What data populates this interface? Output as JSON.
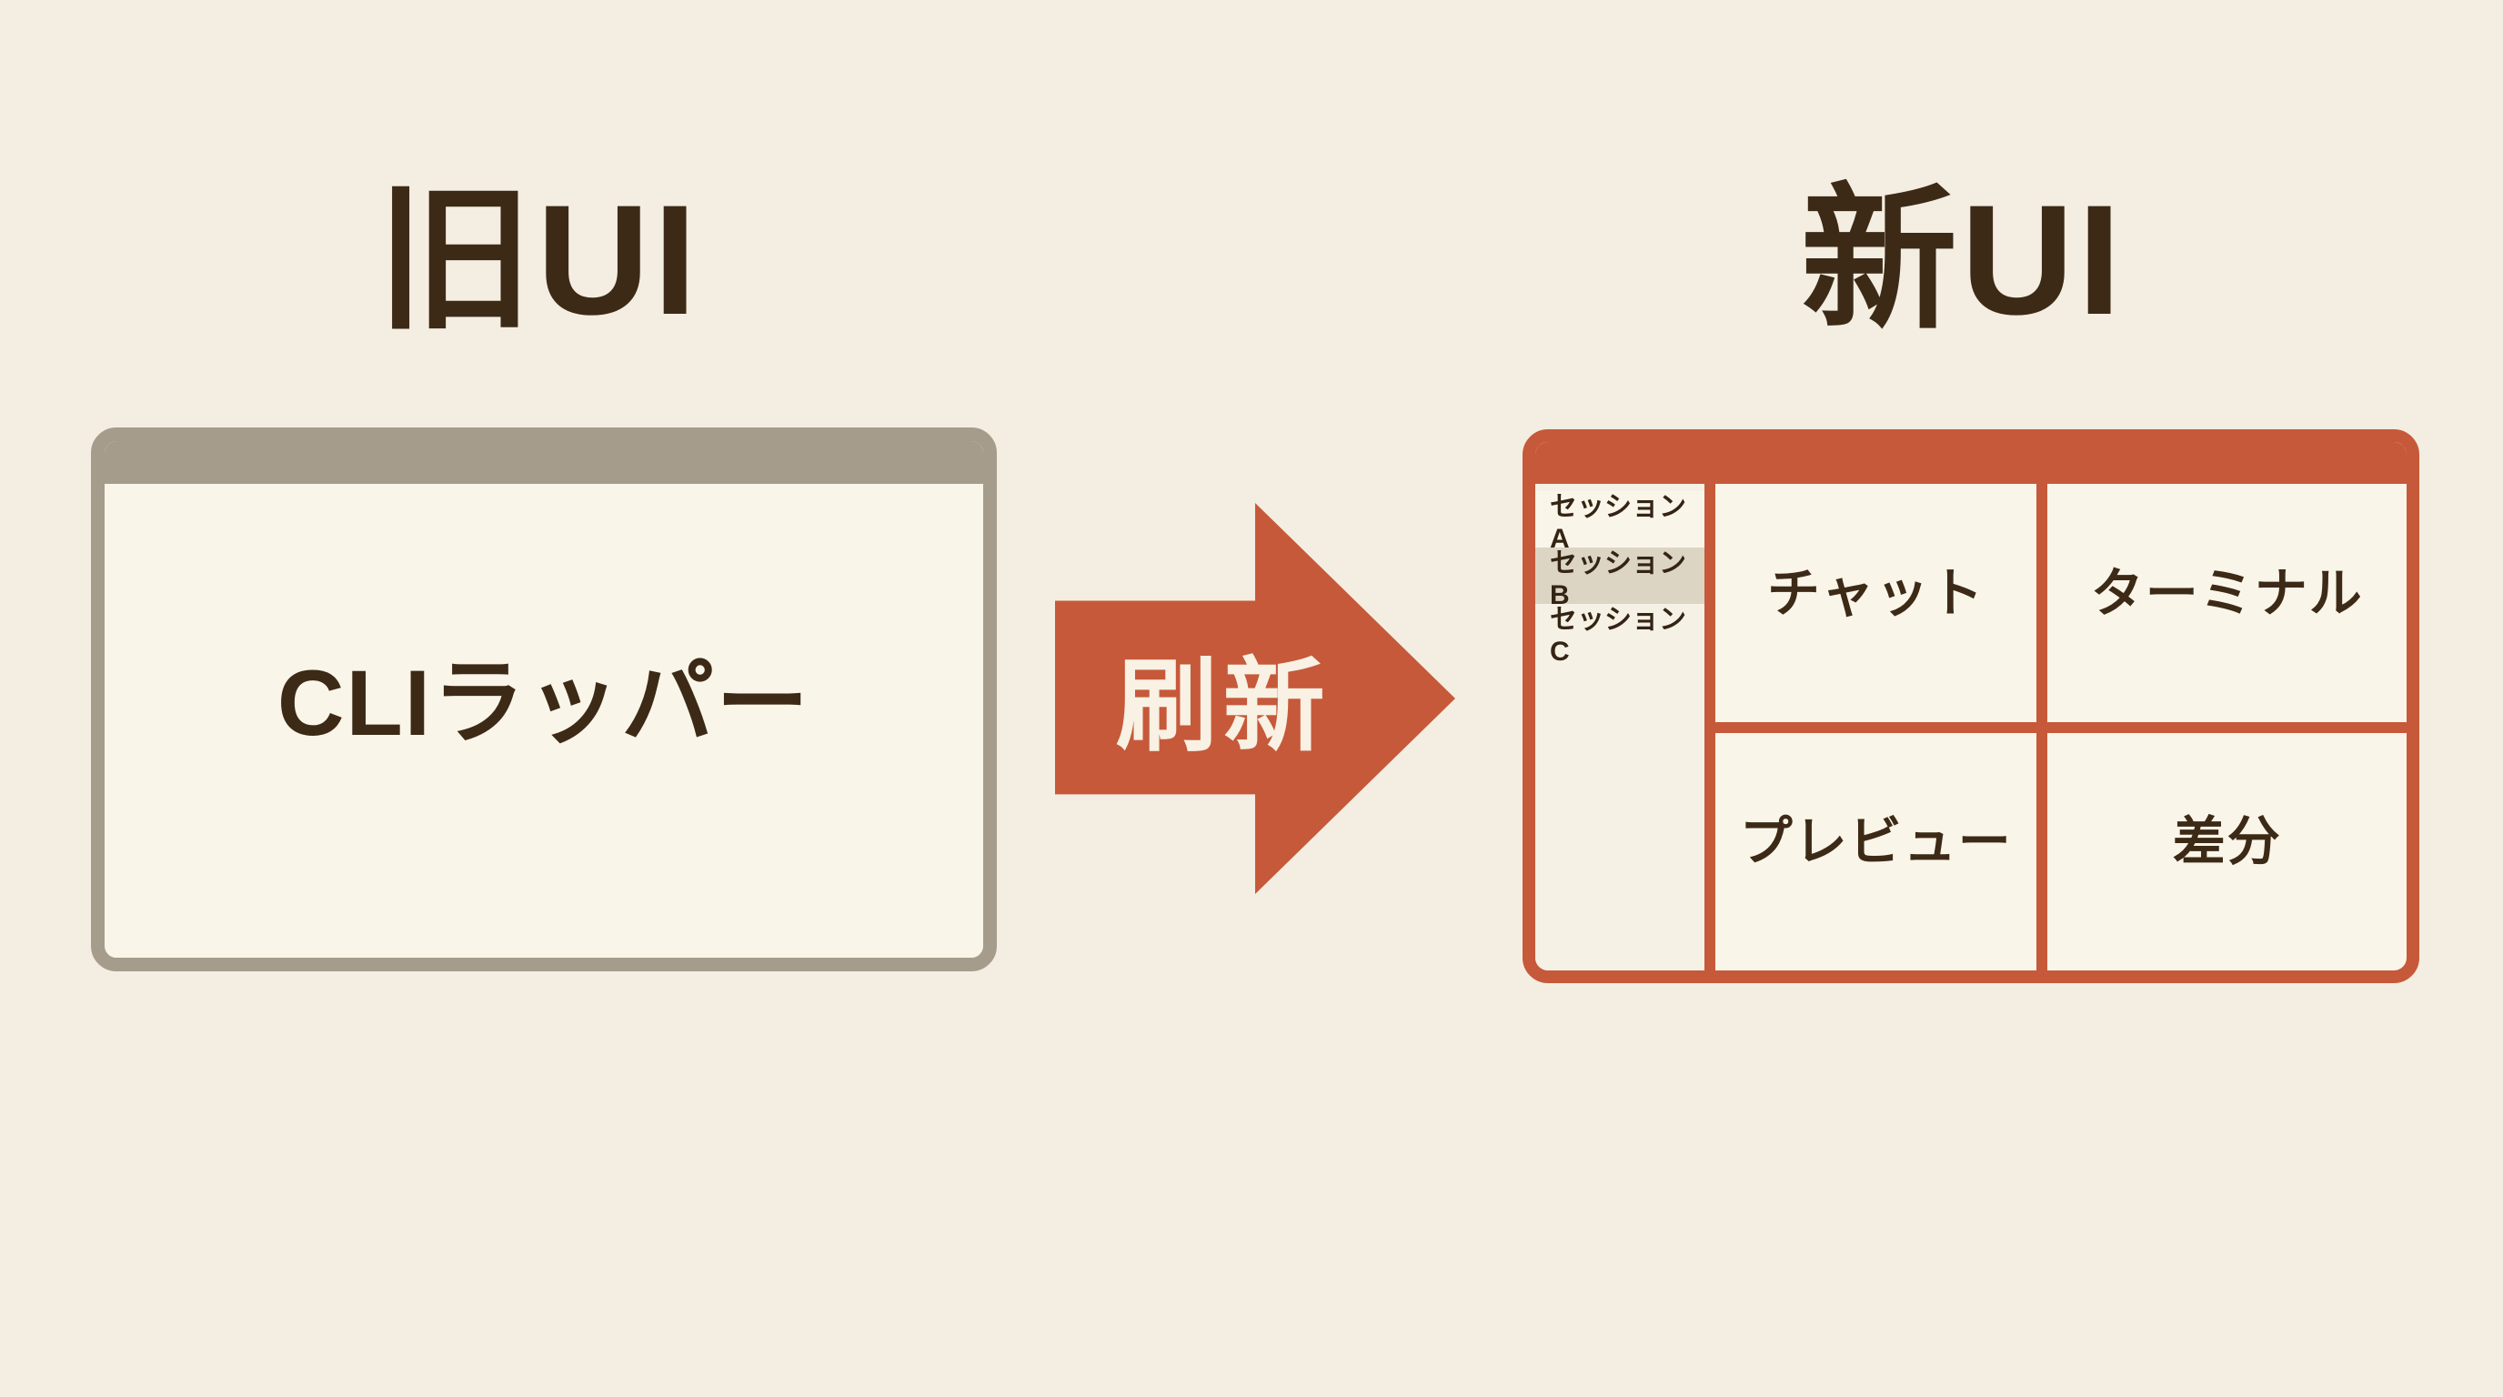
{
  "titles": {
    "old": "旧UI",
    "new": "新UI"
  },
  "old_window": {
    "label": "CLIラッパー"
  },
  "arrow": {
    "label": "刷新"
  },
  "new_window": {
    "sessions": [
      {
        "label": "セッションA",
        "selected": false
      },
      {
        "label": "セッションB",
        "selected": true
      },
      {
        "label": "セッションC",
        "selected": false
      }
    ],
    "panes": [
      {
        "label": "チャット"
      },
      {
        "label": "ターミナル"
      },
      {
        "label": "プレビュー"
      },
      {
        "label": "差分"
      }
    ]
  },
  "colors": {
    "background": "#f3eee1",
    "accent_orange": "#c6593a",
    "old_window_gray": "#a59c8c",
    "panel_cream": "#faf5e9",
    "sidebar_cream": "#f6f1e5",
    "selected_session_bg": "#ddd5c4",
    "text_dark_brown": "#3c2a17",
    "arrow_label_text": "#f8f1e4"
  }
}
